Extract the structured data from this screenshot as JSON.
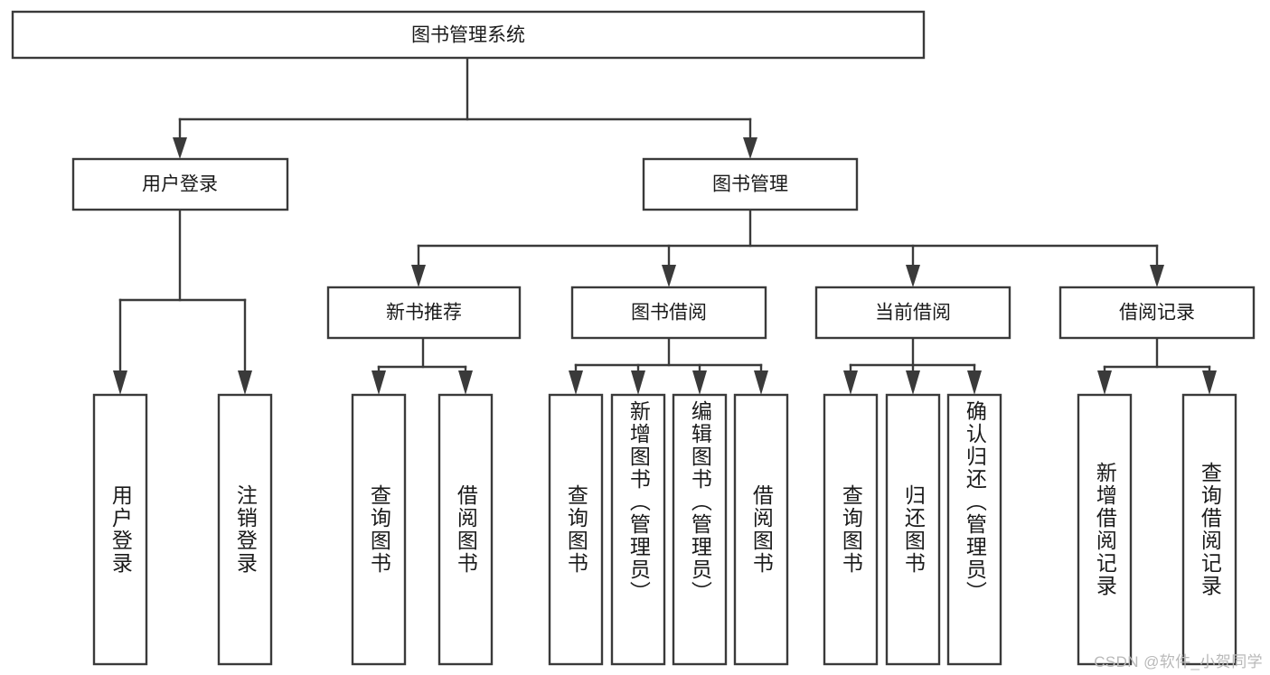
{
  "diagram": {
    "title": "图书管理系统",
    "type": "tree-hierarchy-diagram",
    "colors": {
      "box_stroke": "#3a3a3a",
      "box_fill": "#ffffff",
      "text": "#1a1a1a",
      "watermark": "#b9b9b9",
      "background": "#ffffff"
    },
    "root": {
      "id": "root",
      "label": "图书管理系统"
    },
    "level2": [
      {
        "id": "user-login",
        "label": "用户登录"
      },
      {
        "id": "book-management",
        "label": "图书管理"
      }
    ],
    "level3": [
      {
        "id": "new-book-recommend",
        "label": "新书推荐",
        "parent": "book-management"
      },
      {
        "id": "book-borrow",
        "label": "图书借阅",
        "parent": "book-management"
      },
      {
        "id": "current-borrow",
        "label": "当前借阅",
        "parent": "book-management"
      },
      {
        "id": "borrow-record",
        "label": "借阅记录",
        "parent": "book-management"
      }
    ],
    "leaves": [
      {
        "id": "leaf-user-login",
        "label": "用户登录",
        "parent": "user-login"
      },
      {
        "id": "leaf-logout-login",
        "label": "注销登录",
        "parent": "user-login"
      },
      {
        "id": "leaf-query-book-1",
        "label": "查询图书",
        "parent": "new-book-recommend"
      },
      {
        "id": "leaf-borrow-book-1",
        "label": "借阅图书",
        "parent": "new-book-recommend"
      },
      {
        "id": "leaf-query-book-2",
        "label": "查询图书",
        "parent": "book-borrow"
      },
      {
        "id": "leaf-add-book",
        "label": "新增图书（管理员）",
        "parent": "book-borrow"
      },
      {
        "id": "leaf-edit-book",
        "label": "编辑图书（管理员）",
        "parent": "book-borrow"
      },
      {
        "id": "leaf-borrow-book-2",
        "label": "借阅图书",
        "parent": "book-borrow"
      },
      {
        "id": "leaf-query-book-3",
        "label": "查询图书",
        "parent": "current-borrow"
      },
      {
        "id": "leaf-return-book",
        "label": "归还图书",
        "parent": "current-borrow"
      },
      {
        "id": "leaf-confirm-return",
        "label": "确认归还（管理员）",
        "parent": "current-borrow"
      },
      {
        "id": "leaf-add-borrow-record",
        "label": "新增借阅记录",
        "parent": "borrow-record"
      },
      {
        "id": "leaf-query-borrow-record",
        "label": "查询借阅记录",
        "parent": "borrow-record"
      }
    ]
  },
  "watermark": {
    "text": "CSDN @软件_小贺同学"
  }
}
